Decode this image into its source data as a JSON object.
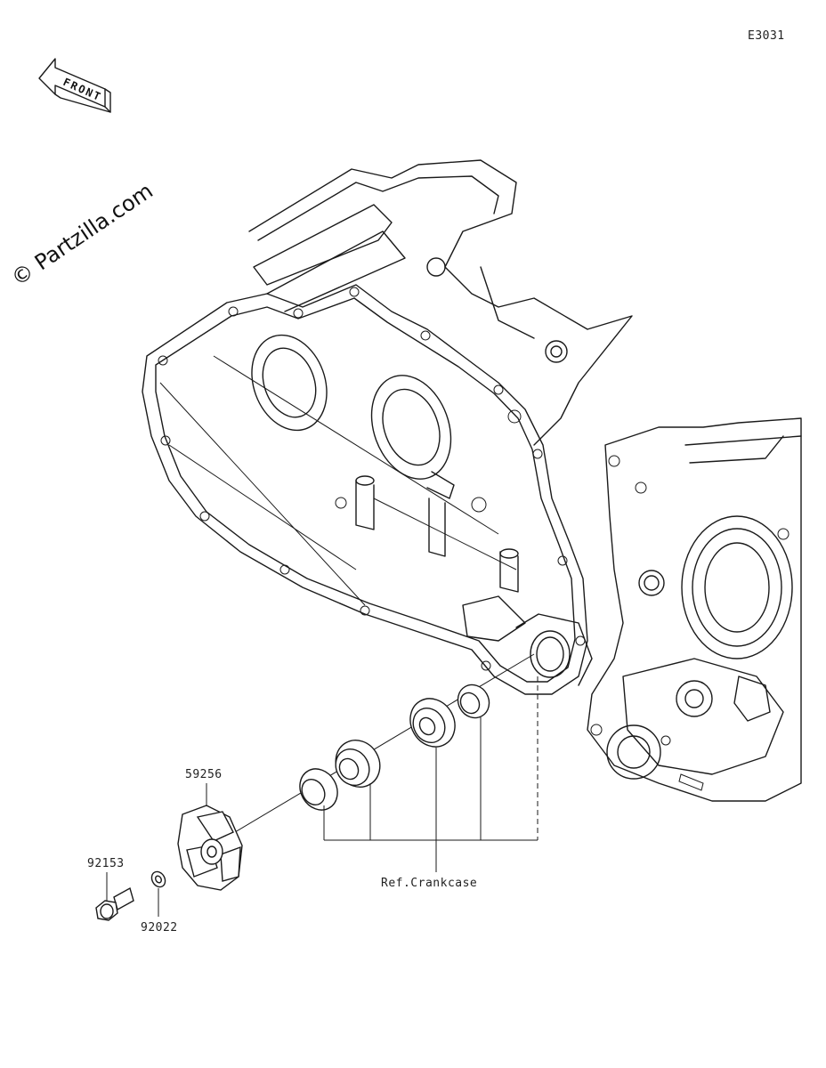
{
  "diagram_code": "E3031",
  "watermark": "© Partzilla.com",
  "front_arrow": {
    "text": "FRONT"
  },
  "callouts": [
    {
      "part_number": "59256"
    },
    {
      "part_number": "92153"
    },
    {
      "part_number": "92022"
    }
  ],
  "reference_label": "Ref.Crankcase",
  "icons": [
    "front-direction-arrow-icon"
  ]
}
